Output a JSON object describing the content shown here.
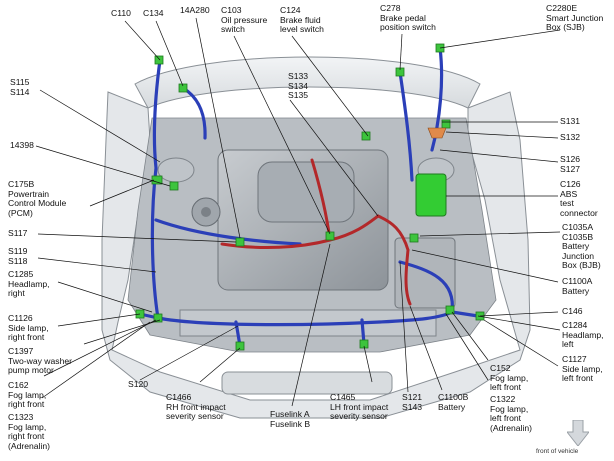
{
  "labels": {
    "c110": "C110",
    "c134": "C134",
    "c14a280": "14A280",
    "c103": "C103\nOil pressure\nswitch",
    "c124": "C124\nBrake fluid\nlevel switch",
    "c278": "C278\nBrake pedal\nposition switch",
    "c2280e": "C2280E\nSmart Junction\nBox (SJB)",
    "s115": "S115\nS114",
    "s133": "S133\nS134\nS135",
    "s131": "S131",
    "s132": "S132",
    "c14398": "14398",
    "s126": "S126\nS127",
    "c175b": "C175B\nPowertrain\nControl Module\n(PCM)",
    "c126": "C126\nABS\ntest\nconnector",
    "s117": "S117",
    "c1035": "C1035A\nC1035B\nBattery\nJunction\nBox (BJB)",
    "s119": "S119\nS118",
    "c1285": "C1285\nHeadlamp,\nright",
    "c1100a": "C1100A\nBattery",
    "c146": "C146",
    "c1126": "C1126\nSide lamp,\nright front",
    "c1284": "C1284\nHeadlamp,\nleft",
    "c1397": "C1397\nTwo-way washer\npump motor",
    "c1127": "C1127\nSide lamp,\nleft front",
    "c162": "C162\nFog lamp,\nright front",
    "c152": "C152\nFog lamp,\nleft front",
    "c1323": "C1323\nFog lamp,\nright front\n(Adrenalin)",
    "c1322": "C1322\nFog lamp,\nleft front\n(Adrenalin)",
    "s120": "S120",
    "c1466": "C1466\nRH front impact\nseverity sensor",
    "fuselink": "Fuselink A\nFuselink B",
    "c1465": "C1465\nLH front impact\nseverity sensor",
    "s121": "S121\nS143",
    "c1100b": "C1100B\nBattery",
    "front": "front of vehicle"
  },
  "colors": {
    "harness_blue": "#2b3fb8",
    "harness_red": "#b3282a",
    "connector_green": "#3dc43d",
    "module_green": "#33cc33",
    "engine_gray": "#9aa0a6",
    "body_gray": "#cfd4d8"
  },
  "icons": {
    "front_arrow": "down-arrow-icon"
  }
}
